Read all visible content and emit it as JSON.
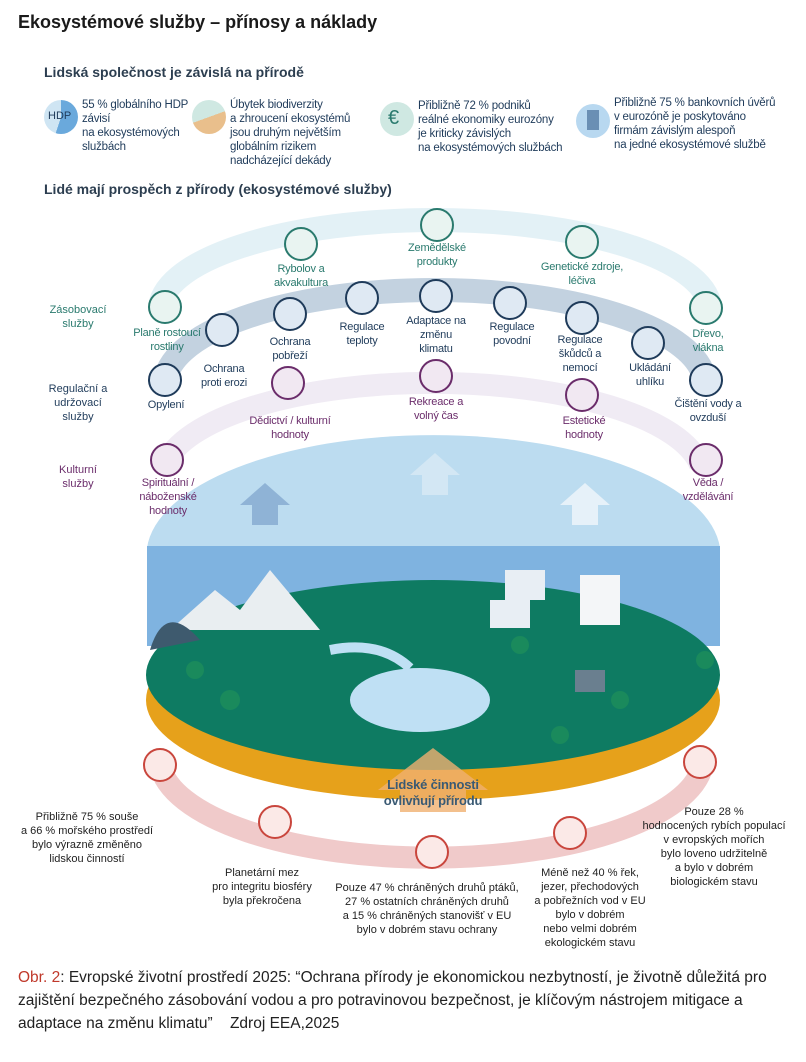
{
  "title": "Ekosystémové služby – přínosy a náklady",
  "dependency": {
    "heading": "Lidská společnost je závislá na přírodě",
    "stats": [
      {
        "icon": "hdp-pie-icon",
        "icon_text": "HDP",
        "lines": [
          "55 % globálního HDP",
          "závisí",
          "na ekosystémových",
          "službách"
        ]
      },
      {
        "icon": "collapse-icon",
        "lines": [
          "Úbytek biodiverzity",
          "a zhroucení ekosystémů",
          "jsou druhým největším",
          "globálním rizikem",
          "nadcházející dekády"
        ]
      },
      {
        "icon": "euro-plant-icon",
        "lines": [
          "Přibližně 72 % podniků",
          "reálné ekonomiky eurozóny",
          "je kriticky závislých",
          "na ekosystémových službách"
        ]
      },
      {
        "icon": "bank-building-icon",
        "lines": [
          "Přibližně 75 % bankovních úvěrů",
          "v eurozóně je poskytováno",
          "firmám závislým alespoň",
          "na jedné ekosystémové službě"
        ]
      }
    ]
  },
  "benefits": {
    "heading": "Lidé mají prospěch z přírody (ekosystémové služby)",
    "categories": {
      "provisioning": "Zásobovací služby",
      "regulating": "Regulační a udržovací služby",
      "cultural": "Kulturní služby"
    },
    "provisioning": [
      "Rybolov a akvakultura",
      "Zemědělské produkty",
      "Genetické zdroje, léčiva",
      "Planě rostoucí rostliny",
      "Dřevo, vlákna"
    ],
    "regulating": [
      "Ochrana proti erozi",
      "Ochrana pobřeží",
      "Regulace teploty",
      "Adaptace na změnu klimatu",
      "Regulace povodní",
      "Regulace škůdců a nemocí",
      "Ukládání uhlíku",
      "Opylení",
      "Čištění vody a ovzduší"
    ],
    "cultural": [
      "Dědictví / kulturní hodnoty",
      "Rekreace a volný čas",
      "Estetické hodnoty",
      "Spirituální / náboženské hodnoty",
      "Věda / vzdělávání"
    ]
  },
  "impact": {
    "arrow_label": "Lidské činnosti ovlivňují přírodu",
    "items": [
      {
        "icon": "land-sea-change-icon",
        "lines": [
          "Přibližně 75 % souše",
          "a 66 % mořského prostředí",
          "bylo výrazně změněno",
          "lidskou činností"
        ]
      },
      {
        "icon": "planetary-boundary-icon",
        "lines": [
          "Planetární mez",
          "pro integritu biosféry",
          "byla překročena"
        ]
      },
      {
        "icon": "bird-icon",
        "lines": [
          "Pouze 47 % chráněných druhů ptáků,",
          "27 % ostatních chráněných druhů",
          "a 15 % chráněných stanovišť v EU",
          "bylo v dobrém stavu ochrany"
        ]
      },
      {
        "icon": "water-body-icon",
        "lines": [
          "Méně než 40 % řek,",
          "jezer, přechodových",
          "a pobřežních vod v EU",
          "bylo v dobrém",
          "nebo velmi dobrém",
          "ekologickém stavu"
        ]
      },
      {
        "icon": "fish-scale-icon",
        "lines": [
          "Pouze 28 %",
          "hodnocených rybích populací",
          "v evropských mořích",
          "bylo loveno udržitelně",
          "a bylo v dobrém",
          "biologickém stavu"
        ]
      }
    ]
  },
  "caption": {
    "label": "Obr. 2",
    "text": ": Evropské životní prostředí 2025: “Ochrana přírody je ekonomickou nezbytností, je  životně důležitá pro zajištění bezpečného zásobování vodou a pro potravinovou bezpečnost, je klíčovým nástrojem mitigace a adaptace na změnu klimatu”",
    "source": "Zdroj EEA,2025"
  },
  "colors": {
    "provisioning": "#2a7a6e",
    "regulating": "#1f3b5a",
    "cultural": "#6b2d6b",
    "impact": "#c9463d",
    "caption_red": "#c0392b"
  }
}
